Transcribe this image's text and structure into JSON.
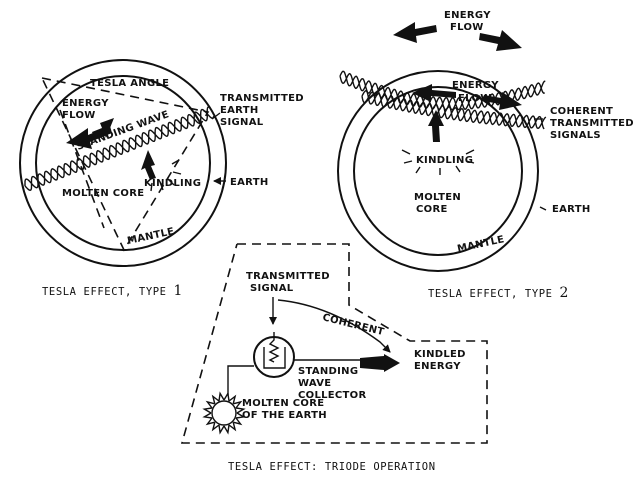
{
  "figure1": {
    "tesla_angle": "TESLA ANGLE",
    "energy_flow_1": "ENERGY",
    "energy_flow_2": "FLOW",
    "standing_wave": "STANDING WAVE",
    "transmitted_1": "TRANSMITTED",
    "transmitted_2": "EARTH",
    "transmitted_3": "SIGNAL",
    "kindling": "KINDLING",
    "molten_core": "MOLTEN CORE",
    "earth": "EARTH",
    "mantle": "MANTLE",
    "caption_text": "TESLA EFFECT, TYPE ",
    "caption_num": "1"
  },
  "figure2": {
    "energy_flow_top_1": "ENERGY",
    "energy_flow_top_2": "FLOW",
    "energy_flow_inner_1": "ENERGY",
    "energy_flow_inner_2": "FLOW",
    "coherent_1": "COHERENT",
    "coherent_2": "TRANSMITTED",
    "coherent_3": "SIGNALS",
    "kindling": "KINDLING",
    "molten_1": "MOLTEN",
    "molten_2": "CORE",
    "earth": "EARTH",
    "mantle": "MANTLE",
    "caption_text": "TESLA EFFECT, TYPE ",
    "caption_num": "2"
  },
  "figure3": {
    "transmitted_1": "TRANSMITTED",
    "transmitted_2": "SIGNAL",
    "coherent": "COHERENT",
    "kindled_1": "KINDLED",
    "kindled_2": "ENERGY",
    "standing_1": "STANDING",
    "standing_2": "WAVE",
    "standing_3": "COLLECTOR",
    "molten_1": "MOLTEN CORE",
    "molten_2": "OF THE EARTH",
    "caption": "TESLA EFFECT:  TRIODE OPERATION"
  }
}
